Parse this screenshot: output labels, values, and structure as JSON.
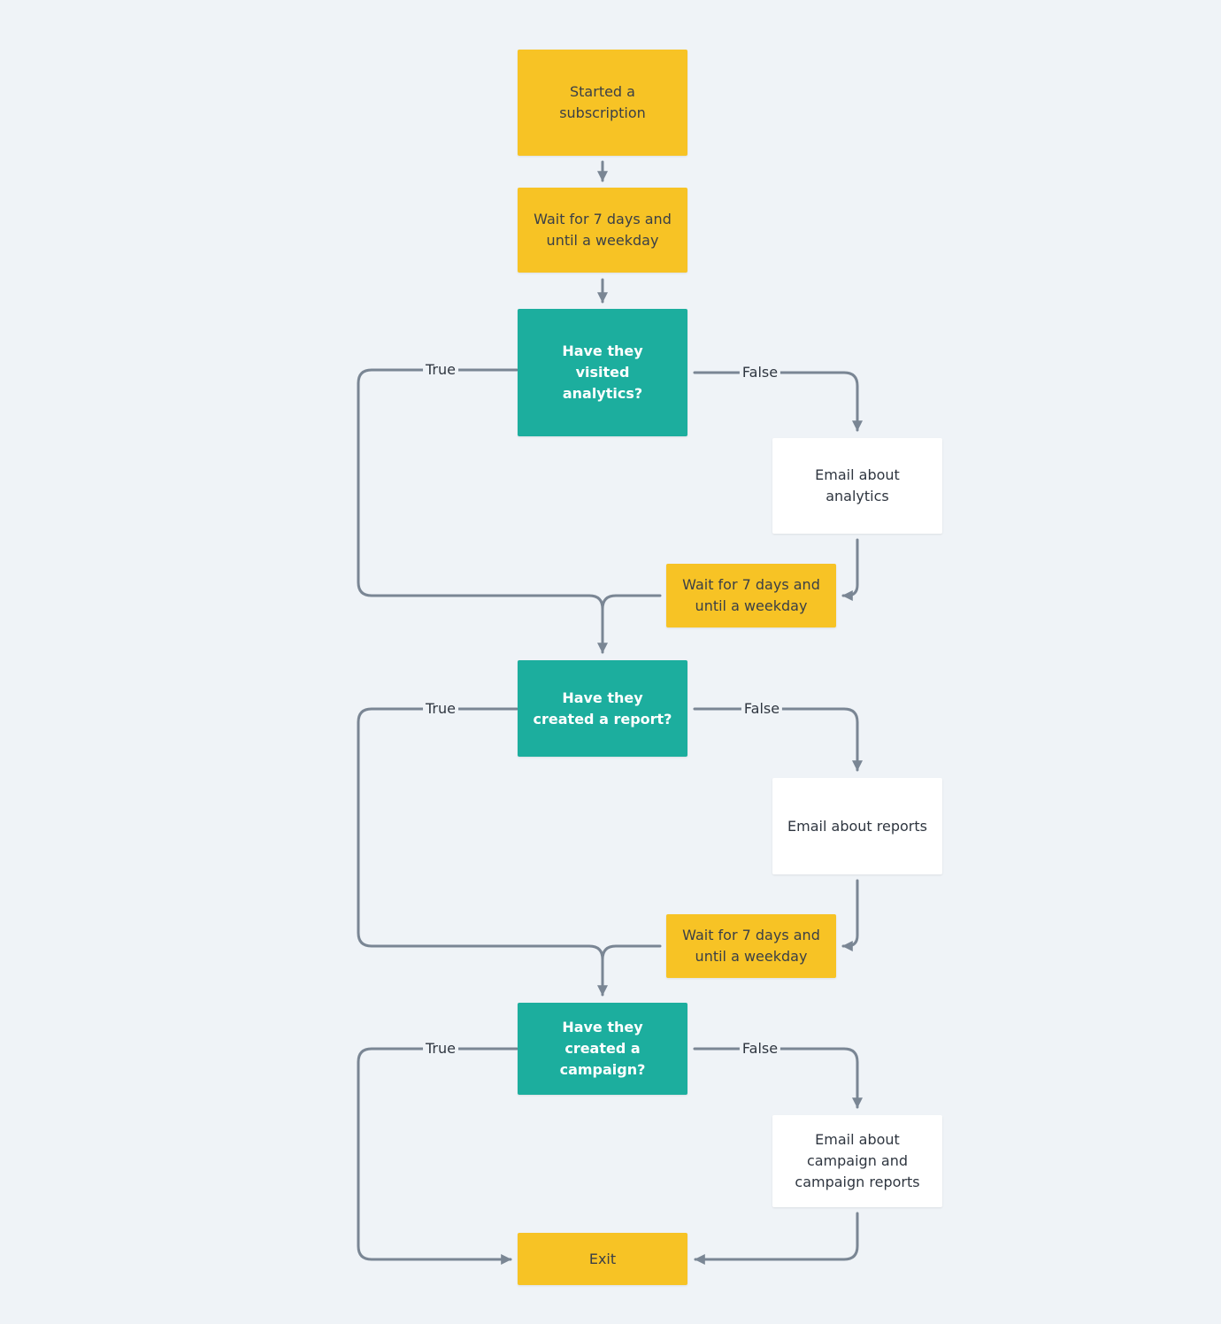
{
  "colors": {
    "background": "#eff3f7",
    "action": "#f7c325",
    "decision": "#1cae9e",
    "email": "#ffffff",
    "connector": "#7a8694"
  },
  "nodes": {
    "start": "Started a subscription",
    "wait_1": "Wait for 7 days and until a weekday",
    "decision_1": "Have they visited analytics?",
    "email_1": "Email about analytics",
    "wait_2": "Wait for 7 days and until a weekday",
    "decision_2": "Have they created a report?",
    "email_2": "Email about reports",
    "wait_3": "Wait for 7 days and until a weekday",
    "decision_3": "Have they created a campaign?",
    "email_3": "Email about campaign and campaign reports",
    "exit": "Exit"
  },
  "edges": {
    "d1_true": "True",
    "d1_false": "False",
    "d2_true": "True",
    "d2_false": "False",
    "d3_true": "True",
    "d3_false": "False"
  }
}
